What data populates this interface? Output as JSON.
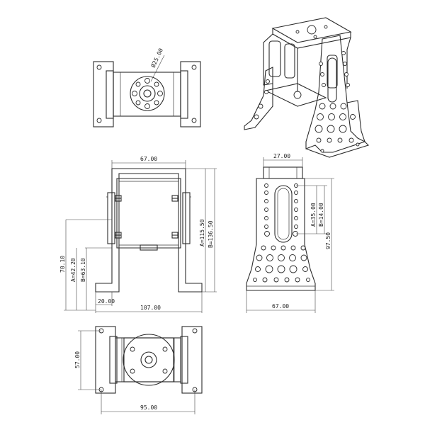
{
  "views": {
    "top": {
      "hub_dim": "Ø25.00"
    },
    "front": {
      "width": "67.00",
      "height_a": "A=115.50",
      "height_b": "B=136.50",
      "foot": "20.00",
      "base": "107.00",
      "side_total": "70.10",
      "side_a": "A=42.20",
      "side_b": "B=63.10"
    },
    "side": {
      "top_width": "27.00",
      "hole_a": "A=35.00",
      "hole_b": "B=14.00",
      "height": "97.50",
      "base_width": "67.00"
    },
    "bottom": {
      "height": "57.00",
      "width": "95.00"
    }
  },
  "colors": {
    "line": "#2a2a2a",
    "background": "#ffffff"
  }
}
